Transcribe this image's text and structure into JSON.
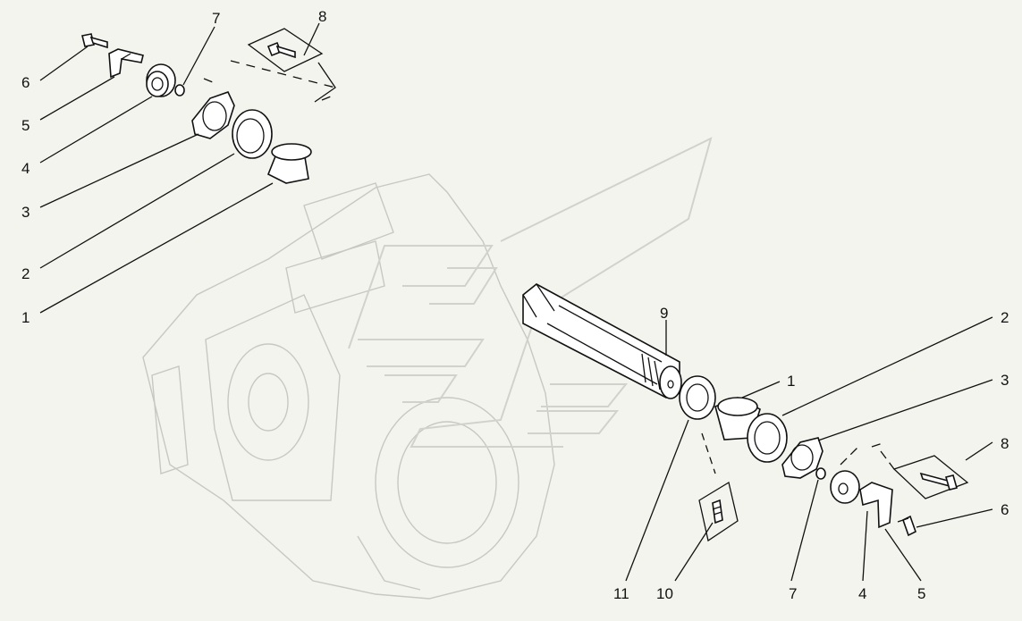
{
  "diagram": {
    "labels_left": [
      "6",
      "5",
      "4",
      "3",
      "2",
      "1",
      "7",
      "8"
    ],
    "labels_right": [
      "9",
      "1",
      "2",
      "3",
      "8",
      "6",
      "11",
      "10",
      "7",
      "4",
      "5"
    ]
  }
}
